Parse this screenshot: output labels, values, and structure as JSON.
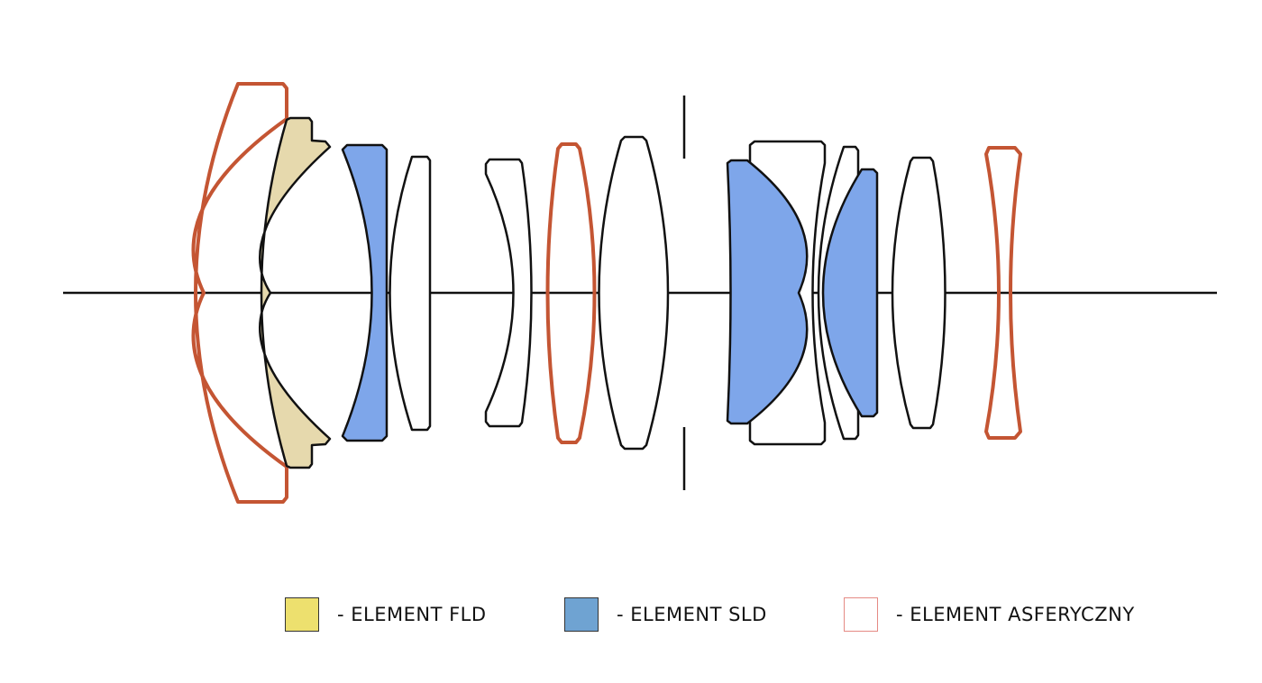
{
  "colors": {
    "fld_swatch": "#ede06e",
    "fld_fill": "#e6d9ad",
    "sld_swatch": "#6fa3d2",
    "sld_fill": "#7ea6ea",
    "aspherical_outline": "#c45533",
    "aspherical_swatch_border": "#e58a84",
    "lens_outline": "#111111"
  },
  "legend": {
    "fld_label": "- ELEMENT FLD",
    "sld_label": "- ELEMENT SLD",
    "asph_label": "- ELEMENT ASFERYCZNY"
  }
}
